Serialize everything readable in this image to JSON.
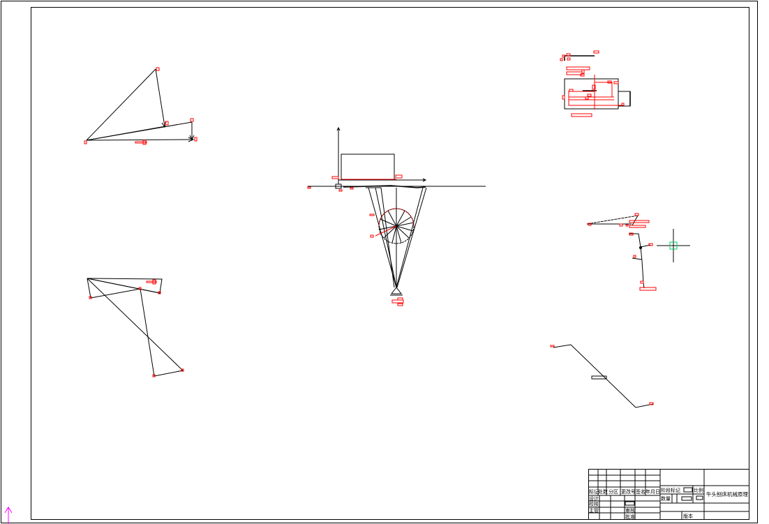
{
  "title_block": {
    "header_labels": [
      "标记",
      "处数",
      "分区",
      "更改号",
      "签名",
      "年月日"
    ],
    "design": "设计",
    "check": "校核",
    "supervisor": "主管",
    "review": "审核",
    "approve": "批准",
    "stage_mark": "阶段标记",
    "scale": "比例",
    "quantity": "数量",
    "version": "版本",
    "drawing_title": "牛头刨床机械原理"
  },
  "colors": {
    "line": "#000000",
    "annotation": "#ff0000",
    "cursor_box": "#00cc66",
    "ucs_arrow": "#ff00ff"
  }
}
